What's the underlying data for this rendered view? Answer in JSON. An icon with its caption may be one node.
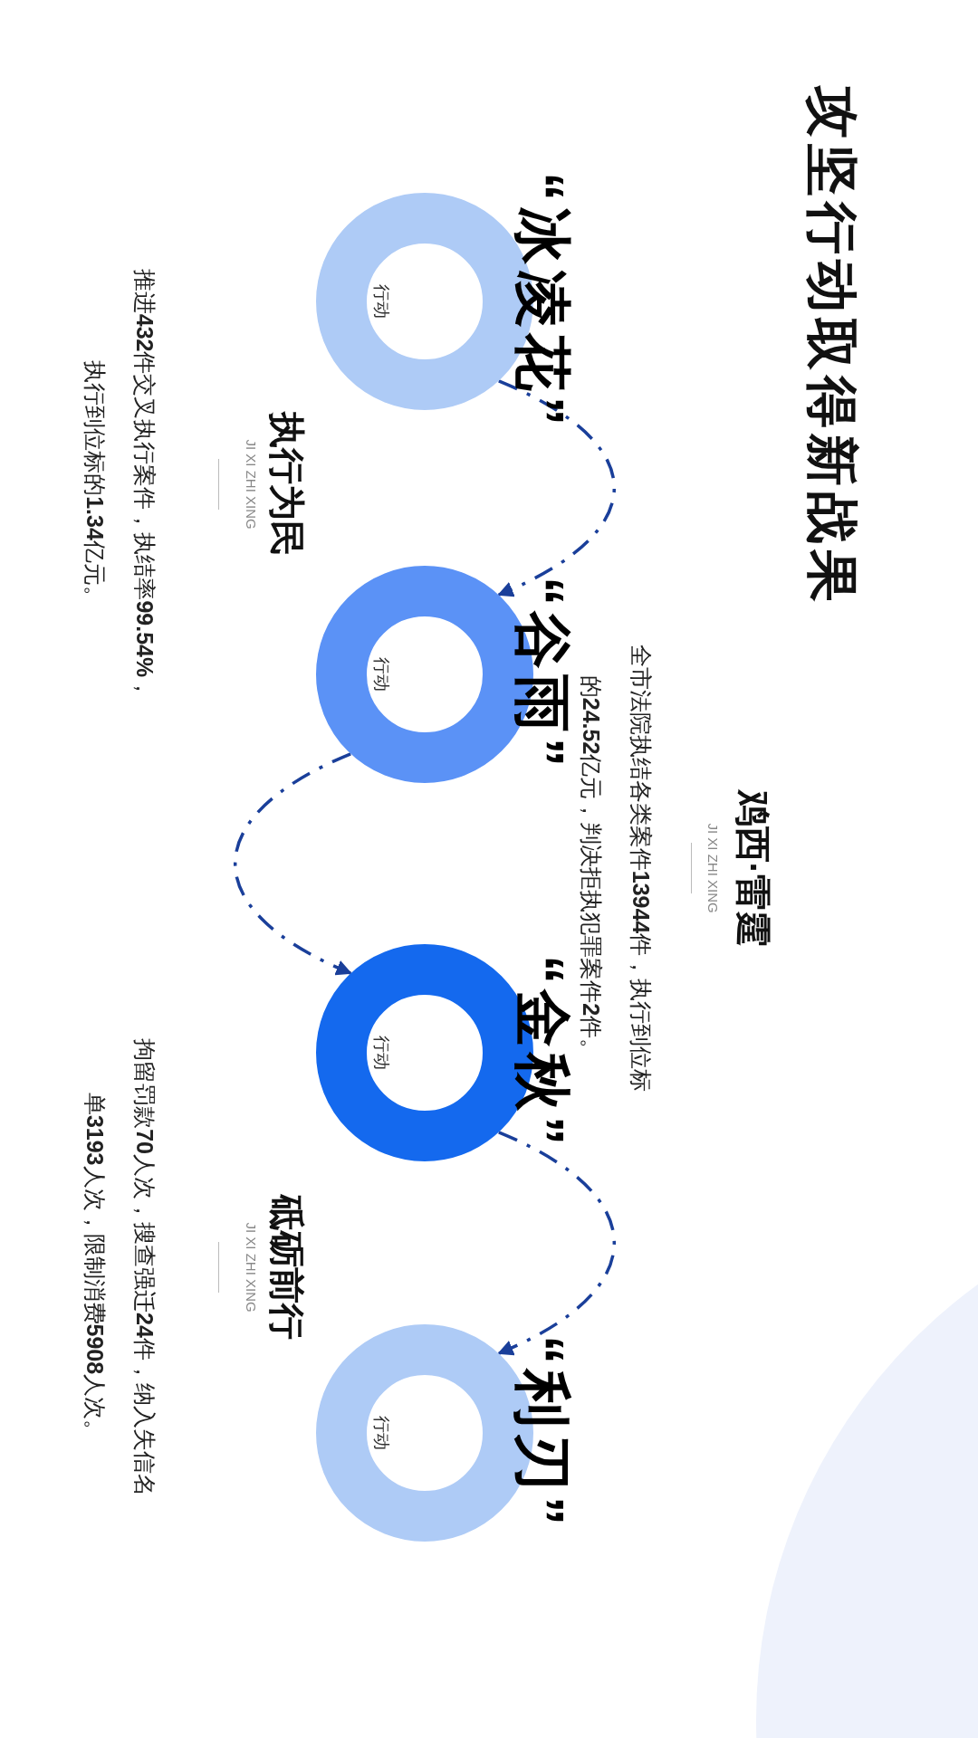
{
  "diagram": {
    "title": "攻坚行动取得新战果",
    "nodes": [
      {
        "text": [
          "“冰凌花”",
          "行动"
        ]
      },
      {
        "text": [
          "“谷雨”",
          "行动"
        ]
      },
      {
        "text": [
          "“金秋”",
          "行动"
        ]
      },
      {
        "text": [
          "“利刃”",
          "行动"
        ]
      }
    ],
    "edges": [
      {
        "from": 0,
        "to": 1,
        "arrow": "to"
      },
      {
        "from": 1,
        "to": 2,
        "arrow": "to"
      },
      {
        "from": 2,
        "to": 3,
        "arrow": "to"
      }
    ],
    "labels": [
      "鸡西·雷霆",
      "JI XI ZHI XING",
      "全市法院执结各类案件**13944**件，执行到位标的**24.52**亿元，判决拒执犯罪案件**2**件。",
      "执行为民",
      "JI XI ZHI XING",
      "推进**432**件交叉执行案件，执结率**99.54%**，执行到位标的**1.34**亿元。",
      "砥砺前行",
      "JI XI ZHI XING",
      "拘留罚款**70**人次，搜查强迁**24**件，纳入失信名单**3193**人次，限制消费**5908**人次。"
    ]
  }
}
